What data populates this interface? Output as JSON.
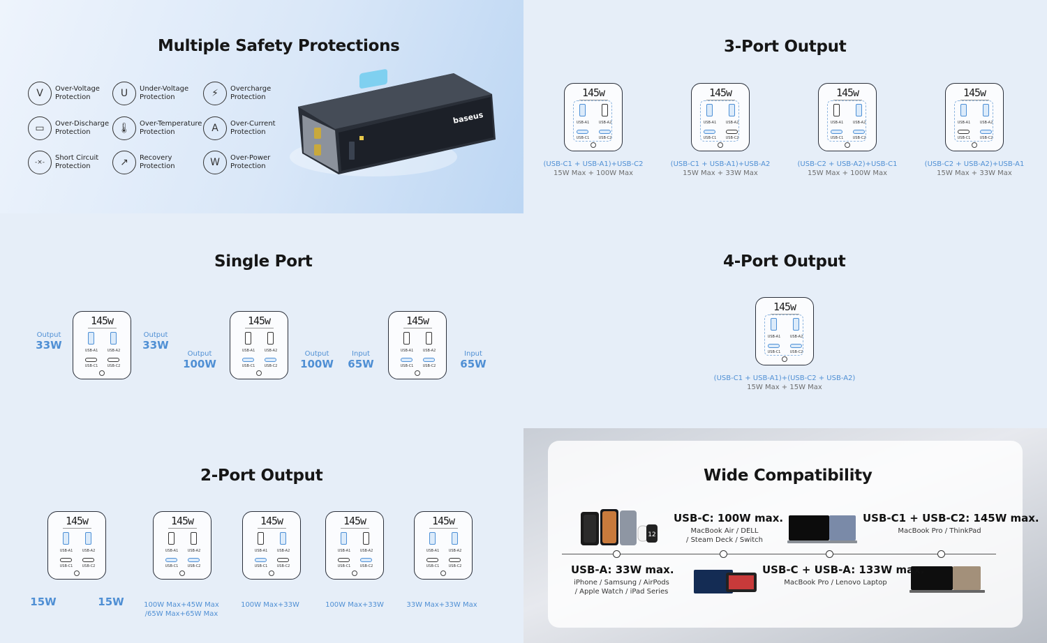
{
  "safety": {
    "title": "Multiple Safety Protections",
    "items": [
      {
        "icon": "over-voltage-icon",
        "glyph": "V",
        "line1": "Over-Voltage",
        "line2": "Protection"
      },
      {
        "icon": "under-voltage-icon",
        "glyph": "U",
        "line1": "Under-Voltage",
        "line2": "Protection"
      },
      {
        "icon": "overcharge-icon",
        "glyph": "⚡",
        "line1": "Overcharge",
        "line2": "Protection"
      },
      {
        "icon": "over-discharge-icon",
        "glyph": "▭",
        "line1": "Over-Discharge",
        "line2": "Protection"
      },
      {
        "icon": "thermometer-icon",
        "glyph": "🌡",
        "line1": "Over-Temperature",
        "line2": "Protection"
      },
      {
        "icon": "over-current-icon",
        "glyph": "A",
        "line1": "Over-Current",
        "line2": "Protection"
      },
      {
        "icon": "short-circuit-icon",
        "glyph": "-×-",
        "line1": "Short Circuit",
        "line2": "Protection"
      },
      {
        "icon": "recovery-icon",
        "glyph": "↗",
        "line1": "Recovery",
        "line2": "Protection"
      },
      {
        "icon": "over-power-icon",
        "glyph": "W",
        "line1": "Over-Power",
        "line2": "Protection"
      }
    ],
    "brand": "baseus"
  },
  "charger": {
    "watt": "145w",
    "a1": "USB-A1",
    "a2": "USB-A2",
    "c1": "USB-C1",
    "c2": "USB-C2"
  },
  "three_port": {
    "title": "3-Port Output",
    "items": [
      {
        "line1": "(USB-C1 + USB-A1)+USB-C2",
        "line2": "15W Max + 100W Max"
      },
      {
        "line1": "(USB-C1 + USB-A1)+USB-A2",
        "line2": "15W Max + 33W Max"
      },
      {
        "line1": "(USB-C2 + USB-A2)+USB-C1",
        "line2": "15W Max + 100W Max"
      },
      {
        "line1": "(USB-C2 + USB-A2)+USB-A1",
        "line2": "15W Max + 33W Max"
      }
    ]
  },
  "single_port": {
    "title": "Single Port",
    "labels": [
      {
        "small": "Output",
        "big": "33W"
      },
      {
        "small": "Output",
        "big": "33W"
      },
      {
        "small": "Output",
        "big": "100W"
      },
      {
        "small": "Output",
        "big": "100W"
      },
      {
        "small": "Input",
        "big": "65W"
      },
      {
        "small": "Input",
        "big": "65W"
      }
    ]
  },
  "four_port": {
    "title": "4-Port Output",
    "line1": "(USB-C1 + USB-A1)+(USB-C2 + USB-A2)",
    "line2": "15W Max + 15W Max"
  },
  "two_port": {
    "title": "2-Port Output",
    "left": "15W",
    "right": "15W",
    "items": [
      {
        "line1": "100W Max+45W Max",
        "line2": "/65W Max+65W Max"
      },
      {
        "line1": "100W Max+33W",
        "line2": ""
      },
      {
        "line1": "100W Max+33W",
        "line2": ""
      },
      {
        "line1": "33W Max+33W Max",
        "line2": ""
      }
    ]
  },
  "compat": {
    "title": "Wide Compatibility",
    "c": {
      "title": "USB-C: 100W max.",
      "sub1": "MacBook Air / DELL",
      "sub2": "/ Steam Deck / Switch"
    },
    "c1c2": {
      "title": "USB-C1 + USB-C2: 145W max.",
      "sub1": "MacBook Pro / ThinkPad"
    },
    "a": {
      "title": "USB-A: 33W max.",
      "sub1": "iPhone / Samsung / AirPods",
      "sub2": "/ Apple Watch / iPad Series"
    },
    "ca": {
      "title": "USB-C + USB-A: 133W max.",
      "sub1": "MacBook Pro / Lenovo Laptop"
    },
    "watch_text": "12"
  },
  "colors": {
    "accent": "#4f8fd4",
    "panel": "#e6eef8",
    "dark": "#2a2f3a"
  }
}
